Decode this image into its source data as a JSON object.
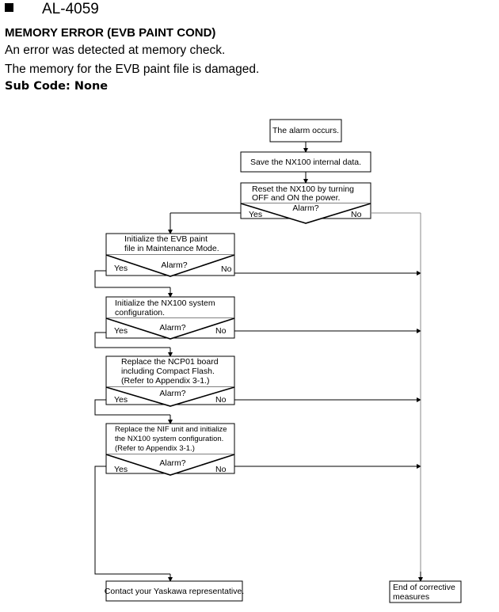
{
  "header": {
    "alarm_code": "AL-4059",
    "title": "MEMORY ERROR (EVB PAINT COND)",
    "line1": "An error was detected at memory check.",
    "line2": "The memory for the EVB paint file is damaged.",
    "sub_code": "Sub Code: None"
  },
  "flow": {
    "start": "The alarm occurs.",
    "save": "Save the NX100 internal data.",
    "reset": [
      "Reset the NX100 by turning",
      "OFF and ON the power."
    ],
    "init_evb": [
      "Initialize the EVB paint",
      "file in Maintenance Mode."
    ],
    "init_sys": [
      "Initialize the NX100 system",
      "configuration."
    ],
    "replace_ncp": [
      "Replace the NCP01 board",
      "including Compact Flash.",
      "(Refer to Appendix 3-1.)"
    ],
    "replace_nif": [
      "Replace the NIF unit and initialize",
      "the NX100 system configuration.",
      "(Refer to Appendix 3-1.)"
    ],
    "contact": "Contact your Yaskawa representative.",
    "end": [
      "End of corrective",
      "measures"
    ],
    "alarm_q": "Alarm?",
    "yes": "Yes",
    "no": "No"
  }
}
